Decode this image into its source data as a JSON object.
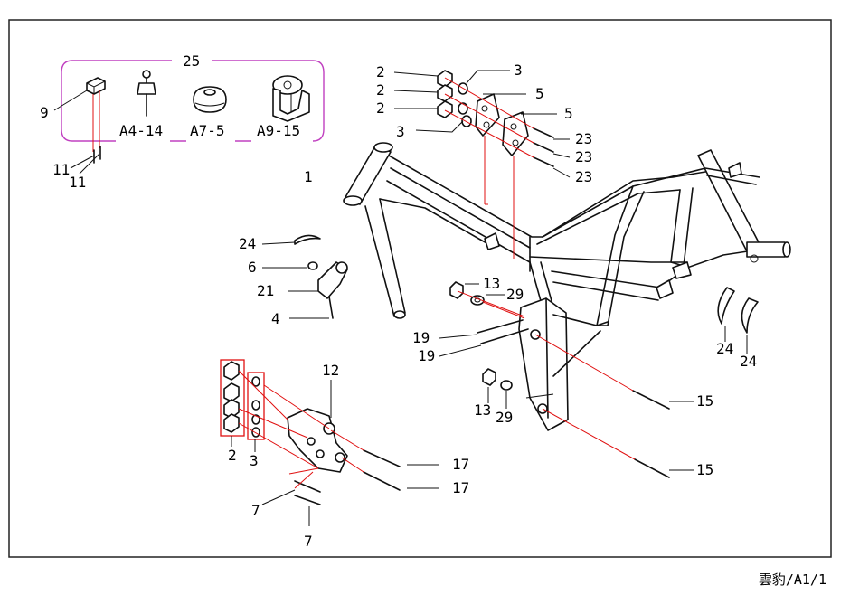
{
  "callouts": {
    "c1": "1",
    "c2a": "2",
    "c2b": "2",
    "c2c": "2",
    "c2d": "2",
    "c3a": "3",
    "c3b": "3",
    "c3c": "3",
    "c4": "4",
    "c5a": "5",
    "c5b": "5",
    "c6": "6",
    "c7a": "7",
    "c7b": "7",
    "c9": "9",
    "c11a": "11",
    "c11b": "11",
    "c12": "12",
    "c13a": "13",
    "c13b": "13",
    "c15a": "15",
    "c15b": "15",
    "c17a": "17",
    "c17b": "17",
    "c19a": "19",
    "c19b": "19",
    "c21": "21",
    "c23a": "23",
    "c23b": "23",
    "c23c": "23",
    "c24a": "24",
    "c24b": "24",
    "c24c": "24",
    "c25": "25",
    "c29a": "29",
    "c29b": "29"
  },
  "kit_items": {
    "a4_14": "A4-14",
    "a7_5": "A7-5",
    "a9_15": "A9-15"
  },
  "footer": "雲豹/A1/1",
  "colors": {
    "leader_red": "#e01010",
    "kit_outline": "#c040c0",
    "ink": "#111111"
  }
}
